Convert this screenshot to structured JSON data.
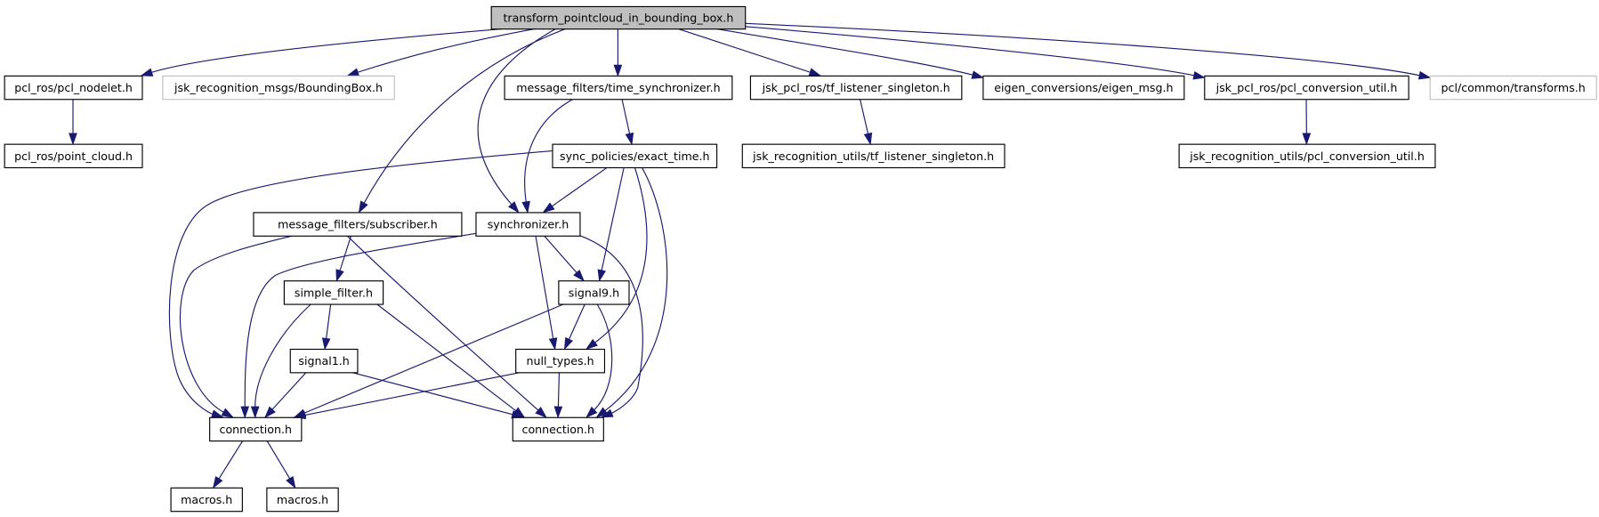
{
  "diagram": {
    "title": "transform_pointcloud_in_bounding_box.h",
    "colors": {
      "edge": "#191970",
      "root_fill": "#bfbfbf",
      "node_border": "#000000",
      "external_border": "#bfbfbf",
      "background": "#ffffff"
    },
    "nodes": [
      {
        "id": "root",
        "label": "transform_pointcloud_in_bounding_box.h",
        "kind": "root"
      },
      {
        "id": "pcl_nodelet",
        "label": "pcl_ros/pcl_nodelet.h",
        "kind": "normal"
      },
      {
        "id": "bbox",
        "label": "jsk_recognition_msgs/BoundingBox.h",
        "kind": "external"
      },
      {
        "id": "time_sync",
        "label": "message_filters/time_synchronizer.h",
        "kind": "normal"
      },
      {
        "id": "tf_listener",
        "label": "jsk_pcl_ros/tf_listener_singleton.h",
        "kind": "normal"
      },
      {
        "id": "eigen_msg",
        "label": "eigen_conversions/eigen_msg.h",
        "kind": "normal"
      },
      {
        "id": "pcl_conv",
        "label": "jsk_pcl_ros/pcl_conversion_util.h",
        "kind": "normal"
      },
      {
        "id": "transforms",
        "label": "pcl/common/transforms.h",
        "kind": "external"
      },
      {
        "id": "point_cloud",
        "label": "pcl_ros/point_cloud.h",
        "kind": "normal"
      },
      {
        "id": "exact_time",
        "label": "sync_policies/exact_time.h",
        "kind": "normal"
      },
      {
        "id": "rec_tf_listener",
        "label": "jsk_recognition_utils/tf_listener_singleton.h",
        "kind": "normal"
      },
      {
        "id": "rec_pcl_conv",
        "label": "jsk_recognition_utils/pcl_conversion_util.h",
        "kind": "normal"
      },
      {
        "id": "subscriber",
        "label": "message_filters/subscriber.h",
        "kind": "normal"
      },
      {
        "id": "synchronizer",
        "label": "synchronizer.h",
        "kind": "normal"
      },
      {
        "id": "simple_filter",
        "label": "simple_filter.h",
        "kind": "normal"
      },
      {
        "id": "signal9",
        "label": "signal9.h",
        "kind": "normal"
      },
      {
        "id": "signal1",
        "label": "signal1.h",
        "kind": "normal"
      },
      {
        "id": "null_types",
        "label": "null_types.h",
        "kind": "normal"
      },
      {
        "id": "connection_a",
        "label": "connection.h",
        "kind": "normal"
      },
      {
        "id": "connection_b",
        "label": "connection.h",
        "kind": "normal"
      },
      {
        "id": "macros_a",
        "label": "macros.h",
        "kind": "normal"
      },
      {
        "id": "macros_b",
        "label": "macros.h",
        "kind": "normal"
      }
    ],
    "edges": [
      [
        "root",
        "pcl_nodelet"
      ],
      [
        "root",
        "bbox"
      ],
      [
        "root",
        "subscriber"
      ],
      [
        "root",
        "synchronizer"
      ],
      [
        "root",
        "time_sync"
      ],
      [
        "root",
        "tf_listener"
      ],
      [
        "root",
        "eigen_msg"
      ],
      [
        "root",
        "pcl_conv"
      ],
      [
        "root",
        "transforms"
      ],
      [
        "pcl_nodelet",
        "point_cloud"
      ],
      [
        "time_sync",
        "exact_time"
      ],
      [
        "time_sync",
        "synchronizer"
      ],
      [
        "tf_listener",
        "rec_tf_listener"
      ],
      [
        "pcl_conv",
        "rec_pcl_conv"
      ],
      [
        "exact_time",
        "synchronizer"
      ],
      [
        "exact_time",
        "signal9"
      ],
      [
        "exact_time",
        "null_types"
      ],
      [
        "exact_time",
        "connection_a"
      ],
      [
        "exact_time",
        "connection_b"
      ],
      [
        "subscriber",
        "simple_filter"
      ],
      [
        "subscriber",
        "connection_a"
      ],
      [
        "subscriber",
        "connection_b"
      ],
      [
        "synchronizer",
        "signal9"
      ],
      [
        "synchronizer",
        "null_types"
      ],
      [
        "synchronizer",
        "connection_a"
      ],
      [
        "synchronizer",
        "connection_b"
      ],
      [
        "simple_filter",
        "signal1"
      ],
      [
        "simple_filter",
        "connection_a"
      ],
      [
        "simple_filter",
        "connection_b"
      ],
      [
        "signal9",
        "null_types"
      ],
      [
        "signal9",
        "connection_a"
      ],
      [
        "signal9",
        "connection_b"
      ],
      [
        "signal1",
        "connection_a"
      ],
      [
        "signal1",
        "connection_b"
      ],
      [
        "null_types",
        "connection_a"
      ],
      [
        "null_types",
        "connection_b"
      ],
      [
        "connection_a",
        "macros_a"
      ],
      [
        "connection_a",
        "macros_b"
      ]
    ]
  }
}
